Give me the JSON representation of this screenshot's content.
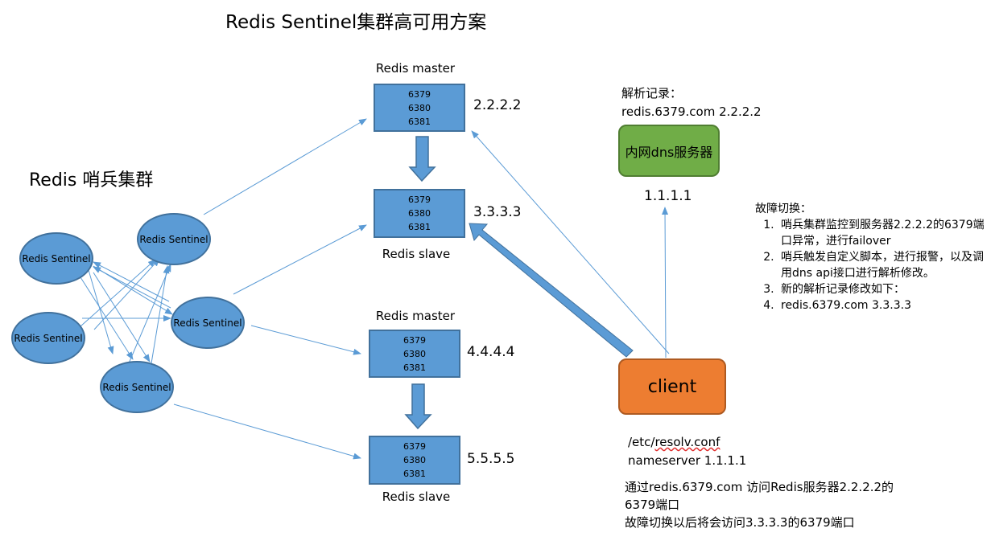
{
  "title": "Redis Sentinel集群高可用方案",
  "cluster_title": "Redis 哨兵集群",
  "sentinels": [
    {
      "label": "Redis Sentinel"
    },
    {
      "label": "Redis Sentinel"
    },
    {
      "label": "Redis Sentinel"
    },
    {
      "label": "Redis Sentinel"
    },
    {
      "label": "Redis Sentinel"
    }
  ],
  "servers": [
    {
      "role": "Redis master",
      "ports": [
        "6379",
        "6380",
        "6381"
      ],
      "ip": "2.2.2.2"
    },
    {
      "role": "Redis slave",
      "ports": [
        "6379",
        "6380",
        "6381"
      ],
      "ip": "3.3.3.3"
    },
    {
      "role": "Redis master",
      "ports": [
        "6379",
        "6380",
        "6381"
      ],
      "ip": "4.4.4.4"
    },
    {
      "role": "Redis slave",
      "ports": [
        "6379",
        "6380",
        "6381"
      ],
      "ip": "5.5.5.5"
    }
  ],
  "dns": {
    "record_title": "解析记录：",
    "record_value": "redis.6379.com 2.2.2.2",
    "label": "内网dns服务器",
    "ip": "1.1.1.1"
  },
  "client": {
    "label": "client",
    "resolv_path_prefix": "/etc/",
    "resolv_path_file": "resolv.conf",
    "nameserver": "nameserver 1.1.1.1",
    "note_line1": "通过redis.6379.com 访问Redis服务器2.2.2.2的",
    "note_line2": "6379端口",
    "note_line3": "故障切换以后将会访问3.3.3.3的6379端口"
  },
  "failover": {
    "title": "故障切换：",
    "steps": [
      "哨兵集群监控到服务器2.2.2.2的6379端口异常，进行failover",
      "哨兵触发自定义脚本，进行报警，以及调用dns api接口进行解析修改。",
      "新的解析记录修改如下：",
      "redis.6379.com 3.3.3.3"
    ]
  },
  "colors": {
    "server_fill": "#5b9bd5",
    "server_border": "#41719c",
    "arrow_line": "#5b9bd5",
    "dns_fill": "#70ad47",
    "client_fill": "#ed7d31"
  }
}
